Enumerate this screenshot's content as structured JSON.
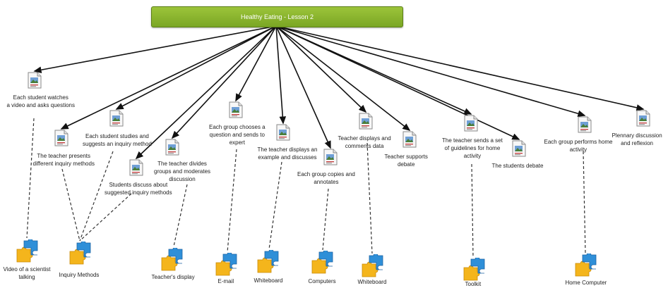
{
  "title": "Healthy Eating - Lesson 2",
  "activities": [
    {
      "id": "a1",
      "lines": [
        "Each student watches",
        "a video and asks questions"
      ]
    },
    {
      "id": "a2",
      "lines": [
        "The teacher presents",
        "different inquiry methods"
      ]
    },
    {
      "id": "a3",
      "lines": [
        "Each student studies and",
        "suggests an inquiry method"
      ]
    },
    {
      "id": "a4",
      "lines": [
        "Students discuss about",
        "suggested inquiry methods"
      ]
    },
    {
      "id": "a5",
      "lines": [
        "The teacher divides",
        "groups and moderates",
        "discussion"
      ]
    },
    {
      "id": "a6",
      "lines": [
        "Each group chooses a",
        "question and sends to",
        "expert"
      ]
    },
    {
      "id": "a7",
      "lines": [
        "The teacher displays an",
        "example and discusses"
      ]
    },
    {
      "id": "a8",
      "lines": [
        "Each group copies and",
        "annotates"
      ]
    },
    {
      "id": "a9",
      "lines": [
        "Teacher displays and",
        "comments data"
      ]
    },
    {
      "id": "a10",
      "lines": [
        "Teacher supports",
        "debate"
      ]
    },
    {
      "id": "a11",
      "lines": [
        "The teacher sends a set",
        "of guidelines for home",
        "activity"
      ]
    },
    {
      "id": "a12",
      "lines": [
        "The students debate"
      ]
    },
    {
      "id": "a13",
      "lines": [
        "Each group performs home",
        "activity"
      ]
    },
    {
      "id": "a14",
      "lines": [
        "Plennary discussion",
        "and reflexion"
      ]
    }
  ],
  "tools": [
    {
      "id": "t1",
      "lines": [
        "Video of a scientist",
        "talking"
      ]
    },
    {
      "id": "t2",
      "lines": [
        "Inquiry Methods"
      ]
    },
    {
      "id": "t3",
      "lines": [
        "Teacher's display"
      ]
    },
    {
      "id": "t4",
      "lines": [
        "E-mail"
      ]
    },
    {
      "id": "t5",
      "lines": [
        "Whiteboard"
      ]
    },
    {
      "id": "t6",
      "lines": [
        "Computers"
      ]
    },
    {
      "id": "t7",
      "lines": [
        "Whiteboard"
      ]
    },
    {
      "id": "t8",
      "lines": [
        "Toolkit"
      ]
    },
    {
      "id": "t9",
      "lines": [
        "Home Computer"
      ]
    }
  ],
  "colors": {
    "root": "#8ab62d",
    "arrow": "#111111",
    "puzzle_blue": "#2f8fd8",
    "puzzle_yellow": "#f4b51c"
  }
}
